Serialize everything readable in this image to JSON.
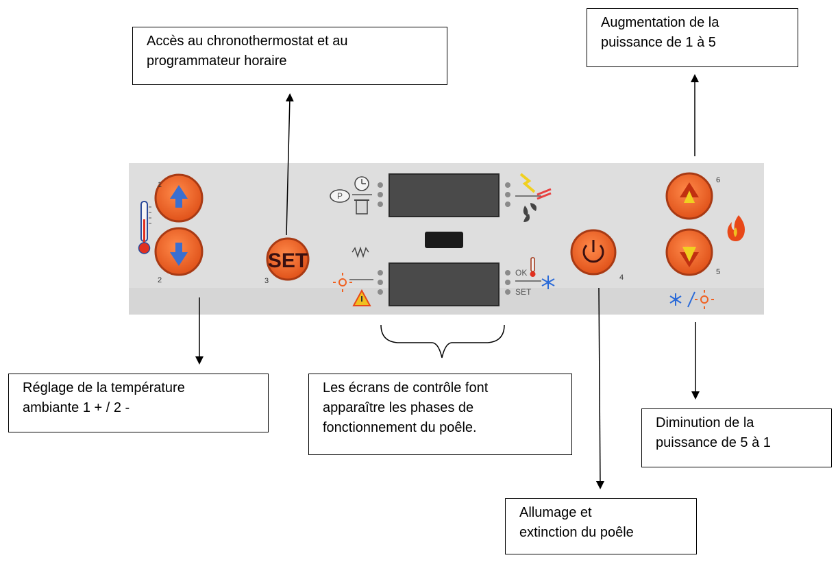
{
  "callouts": {
    "chrono": [
      "Accès au  chronothermostat et au",
      "programmateur horaire"
    ],
    "power_up": [
      "Augmentation de la",
      "puissance de 1 à 5"
    ],
    "temp": [
      "Réglage de la température",
      "ambiante 1 +  /  2 -"
    ],
    "screens": [
      "Les écrans de contrôle font",
      "apparaître les phases de",
      "fonctionnement du poêle."
    ],
    "power_down": [
      "Diminution de la",
      "puissance de 5 à 1"
    ],
    "on_off": [
      "Allumage et",
      "extinction du poêle"
    ]
  },
  "panel": {
    "button_numbers": [
      "1",
      "2",
      "3",
      "4",
      "5",
      "6"
    ],
    "set_label": "SET",
    "ok_label": "OK",
    "set_small_label": "SET",
    "p_label": "P"
  },
  "colors": {
    "panel_bg": "#dcdcdc",
    "button_orange": "#f06a2a",
    "button_ring": "#a83a14",
    "display_bg": "#3a3a3a",
    "led": "#8a8a8a",
    "arrow_blue": "#3a6fd0",
    "arrow_yellow": "#f0d020",
    "flame": "#e84818",
    "snow_blue": "#2a6ad8"
  },
  "icons": [
    "thermometer-icon",
    "clock-icon",
    "pump-icon",
    "trash-icon",
    "sun-icon",
    "warning-icon",
    "resistance-icon",
    "fan-icon",
    "spark-icon",
    "thermometer-small-icon",
    "snowflake-icon",
    "flame-icon",
    "power-icon"
  ]
}
